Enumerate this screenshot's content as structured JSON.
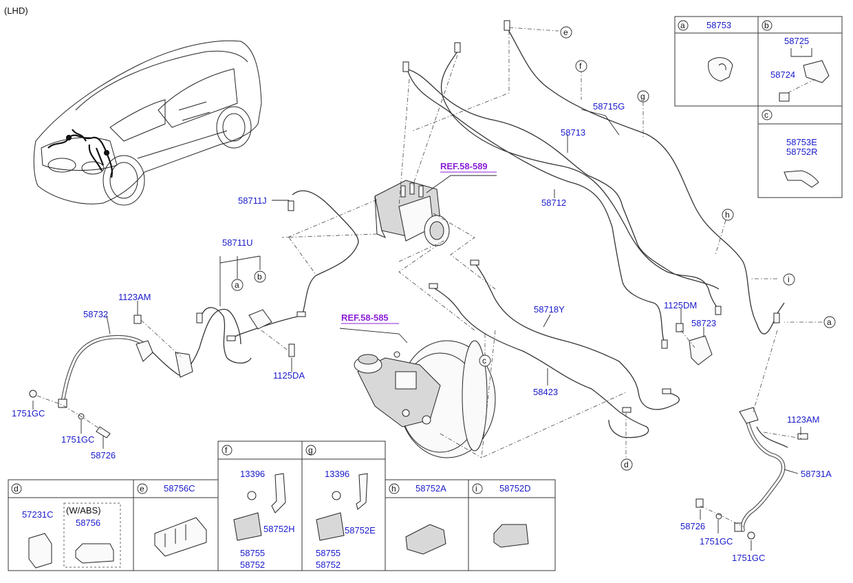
{
  "header": {
    "variant": "(LHD)"
  },
  "refs": {
    "abs_unit": "REF.58-589",
    "booster": "REF.58-585"
  },
  "callouts": {
    "a": "a",
    "b": "b",
    "c": "c",
    "d": "d",
    "e": "e",
    "f": "f",
    "g": "g",
    "h": "h",
    "i": "i"
  },
  "parts": {
    "p58711J": "58711J",
    "p58711U": "58711U",
    "p58732": "58732",
    "p1123AM_l": "1123AM",
    "p1751GC_a": "1751GC",
    "p1751GC_b": "1751GC",
    "p58726_l": "58726",
    "p1125DA": "1125DA",
    "p58715G": "58715G",
    "p58713": "58713",
    "p58712": "58712",
    "p1125DM": "1125DM",
    "p58723": "58723",
    "p58718Y": "58718Y",
    "p58423": "58423",
    "p1123AM_r": "1123AM",
    "p58731A": "58731A",
    "p58726_r": "58726",
    "p1751GC_c": "1751GC",
    "p1751GC_d": "1751GC"
  },
  "legend_top": {
    "a": {
      "letter": "a",
      "part": "58753"
    },
    "b": {
      "letter": "b",
      "part1": "58725",
      "part2": "58724"
    },
    "c": {
      "letter": "c",
      "part1": "58753E",
      "part2": "58752R"
    }
  },
  "legend_bottom": {
    "d": {
      "letter": "d",
      "part1": "57231C",
      "note": "(W/ABS)",
      "part2": "58756"
    },
    "e": {
      "letter": "e",
      "part": "58756C"
    },
    "f": {
      "letter": "f",
      "nut": "13396",
      "bracket": "58752H",
      "clip": "58755",
      "holder": "58752"
    },
    "g": {
      "letter": "g",
      "nut": "13396",
      "bracket": "58752E",
      "clip": "58755",
      "holder": "58752"
    },
    "h": {
      "letter": "h",
      "part": "58752A"
    },
    "i": {
      "letter": "i",
      "part": "58752D"
    }
  }
}
